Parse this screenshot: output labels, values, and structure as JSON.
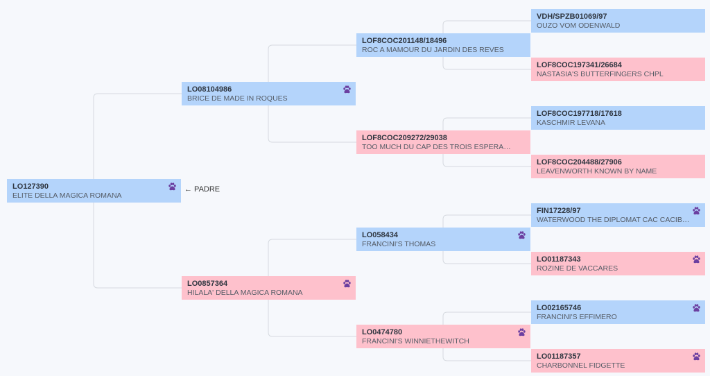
{
  "colors": {
    "male": "#b4d4fb",
    "female": "#fec1cc",
    "paw": "#6b3fa0",
    "line": "#d5d9df"
  },
  "padre_label": "← PADRE",
  "nodes": [
    {
      "reg": "LO127390",
      "name": "ELITE DELLA MAGICA ROMANA",
      "sex": "m",
      "paw": true
    },
    {
      "reg": "LO08104986",
      "name": "BRICE DE MADE IN ROQUES",
      "sex": "m",
      "paw": true
    },
    {
      "reg": "LO0857364",
      "name": "HILALA' DELLA MAGICA ROMANA",
      "sex": "f",
      "paw": true
    },
    {
      "reg": "LOF8COC201148/18496",
      "name": "ROC A MAMOUR DU JARDIN DES REVES",
      "sex": "m",
      "paw": false
    },
    {
      "reg": "LOF8COC209272/29038",
      "name": "TOO MUCH DU CAP DES TROIS ESPERANCES",
      "sex": "f",
      "paw": false
    },
    {
      "reg": "LO058434",
      "name": "FRANCINI'S THOMAS",
      "sex": "m",
      "paw": true
    },
    {
      "reg": "LO0474780",
      "name": "FRANCINI'S WINNIETHEWITCH",
      "sex": "f",
      "paw": true
    },
    {
      "reg": "VDH/SPZB01069/97",
      "name": "OUZO VOM ODENWALD",
      "sex": "m",
      "paw": false
    },
    {
      "reg": "LOF8COC197341/26684",
      "name": "NASTASIA'S BUTTERFINGERS CHPL",
      "sex": "f",
      "paw": false
    },
    {
      "reg": "LOF8COC197718/17618",
      "name": "KASCHMIR LEVANA",
      "sex": "m",
      "paw": false
    },
    {
      "reg": "LOF8COC204488/27906",
      "name": "LEAVENWORTH KNOWN BY NAME",
      "sex": "f",
      "paw": false
    },
    {
      "reg": "FIN17228/97",
      "name": "WATERWOOD THE DIPLOMAT CAC CACIB BOB ...",
      "sex": "m",
      "paw": true
    },
    {
      "reg": "LO01187343",
      "name": "ROZINE DE VACCARES",
      "sex": "f",
      "paw": true
    },
    {
      "reg": "LO02165746",
      "name": "FRANCINI'S EFFIMERO",
      "sex": "m",
      "paw": true
    },
    {
      "reg": "LO01187357",
      "name": "CHARBONNEL FIDGETTE",
      "sex": "f",
      "paw": true
    }
  ]
}
